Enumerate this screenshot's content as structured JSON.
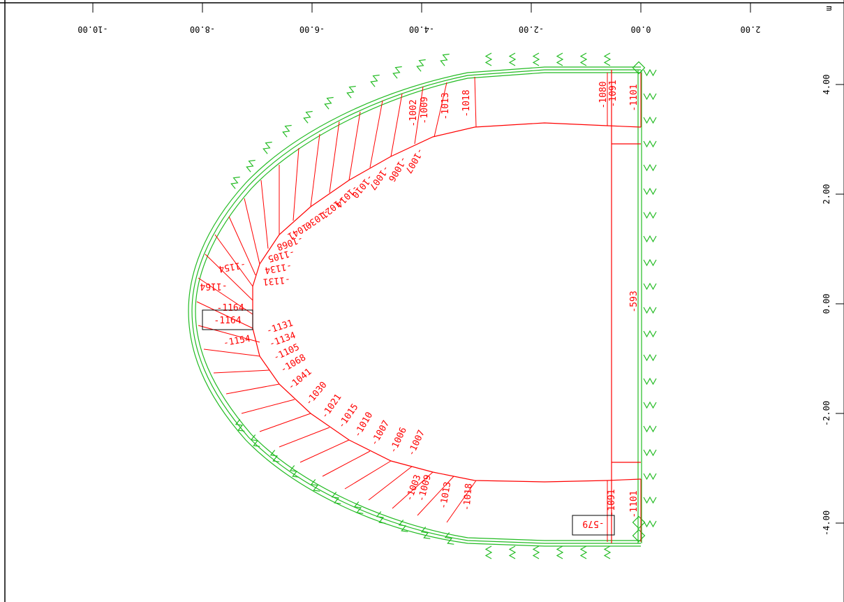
{
  "axis": {
    "unit": "m",
    "x_ticks": [
      "-10.00",
      "-8.00",
      "-6.00",
      "-4.00",
      "-2.00",
      "0.00",
      "2.00"
    ],
    "y_ticks": [
      "4.00",
      "2.00",
      "0.00",
      "-2.00",
      "-4.00"
    ]
  },
  "colors": {
    "axial_force": "#ff0000",
    "springs": "#00bb00",
    "frame": "#000000"
  },
  "values": {
    "invert": "-593",
    "crown_right": [
      "-1101",
      "-1091",
      "-1080"
    ],
    "upper_left": [
      "-1018",
      "-1013",
      "-1009",
      "-1002",
      "-1007",
      "-1006",
      "-1007",
      "-1010",
      "-1014",
      "-1021",
      "-1030",
      "-1041",
      "-1068",
      "-1105",
      "-1134",
      "-1131",
      "-1154",
      "-1164"
    ],
    "lower_left": [
      "-1164",
      "-1154",
      "-1131",
      "-1134",
      "-1105",
      "-1068",
      "-1041",
      "-1030",
      "-1021",
      "-1015",
      "-1010",
      "-1007",
      "-1006",
      "-1007",
      "-1003",
      "-1009",
      "-1013",
      "-1018"
    ],
    "bottom_right": [
      "-1091",
      "-1101"
    ],
    "highlighted_max": "-1164",
    "highlighted_min": "-579"
  }
}
